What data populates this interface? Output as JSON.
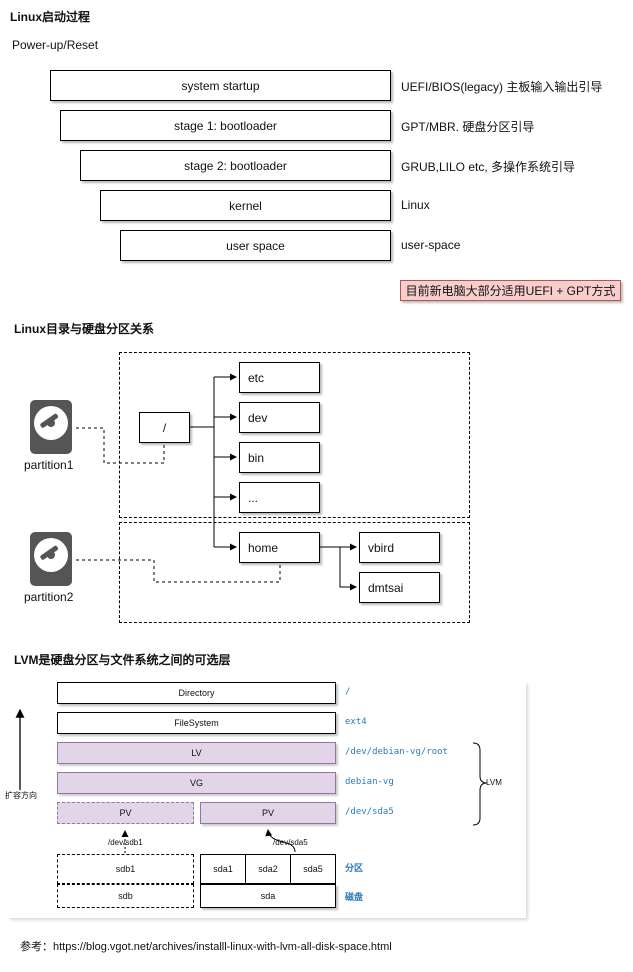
{
  "boot": {
    "title": "Linux启动过程",
    "power": "Power-up/Reset",
    "stages": [
      {
        "label": "system startup",
        "note": "UEFI/BIOS(legacy) 主板输入输出引导"
      },
      {
        "label": "stage 1: bootloader",
        "note": "GPT/MBR. 硬盘分区引导"
      },
      {
        "label": "stage 2: bootloader",
        "note": "GRUB,LILO etc,  多操作系统引导"
      },
      {
        "label": "kernel",
        "note": "Linux"
      },
      {
        "label": "user space",
        "note": "user-space"
      }
    ],
    "highlight": "目前新电脑大部分适用UEFI + GPT方式"
  },
  "dirs": {
    "title": "Linux目录与硬盘分区关系",
    "root": "/",
    "children": [
      "etc",
      "dev",
      "bin",
      "..."
    ],
    "home": "home",
    "users": [
      "vbird",
      "dmtsai"
    ],
    "partitions": [
      "partition1",
      "partition2"
    ]
  },
  "lvm": {
    "title": "LVM是硬盘分区与文件系统之间的可选层",
    "layers": [
      {
        "label": "Directory",
        "value": "/"
      },
      {
        "label": "FileSystem",
        "value": "ext4"
      },
      {
        "label": "LV",
        "value": "/dev/debian-vg/root"
      },
      {
        "label": "VG",
        "value": "debian-vg"
      }
    ],
    "pv_left": "PV",
    "pv_right": "PV",
    "pv_value": "/dev/sda5",
    "link_left": "/dev/sdb1",
    "link_right": "/dev/sda5",
    "sdb1": "sdb1",
    "sdb": "sdb",
    "sda_parts": [
      "sda1",
      "sda2",
      "sda5"
    ],
    "sda": "sda",
    "partition_label": "分区",
    "disk_label": "磁盘",
    "group_label": "LVM",
    "axis_label": "扩容方向"
  },
  "reference": "参考：https://blog.vgot.net/archives/installl-linux-with-lvm-all-disk-space.html"
}
